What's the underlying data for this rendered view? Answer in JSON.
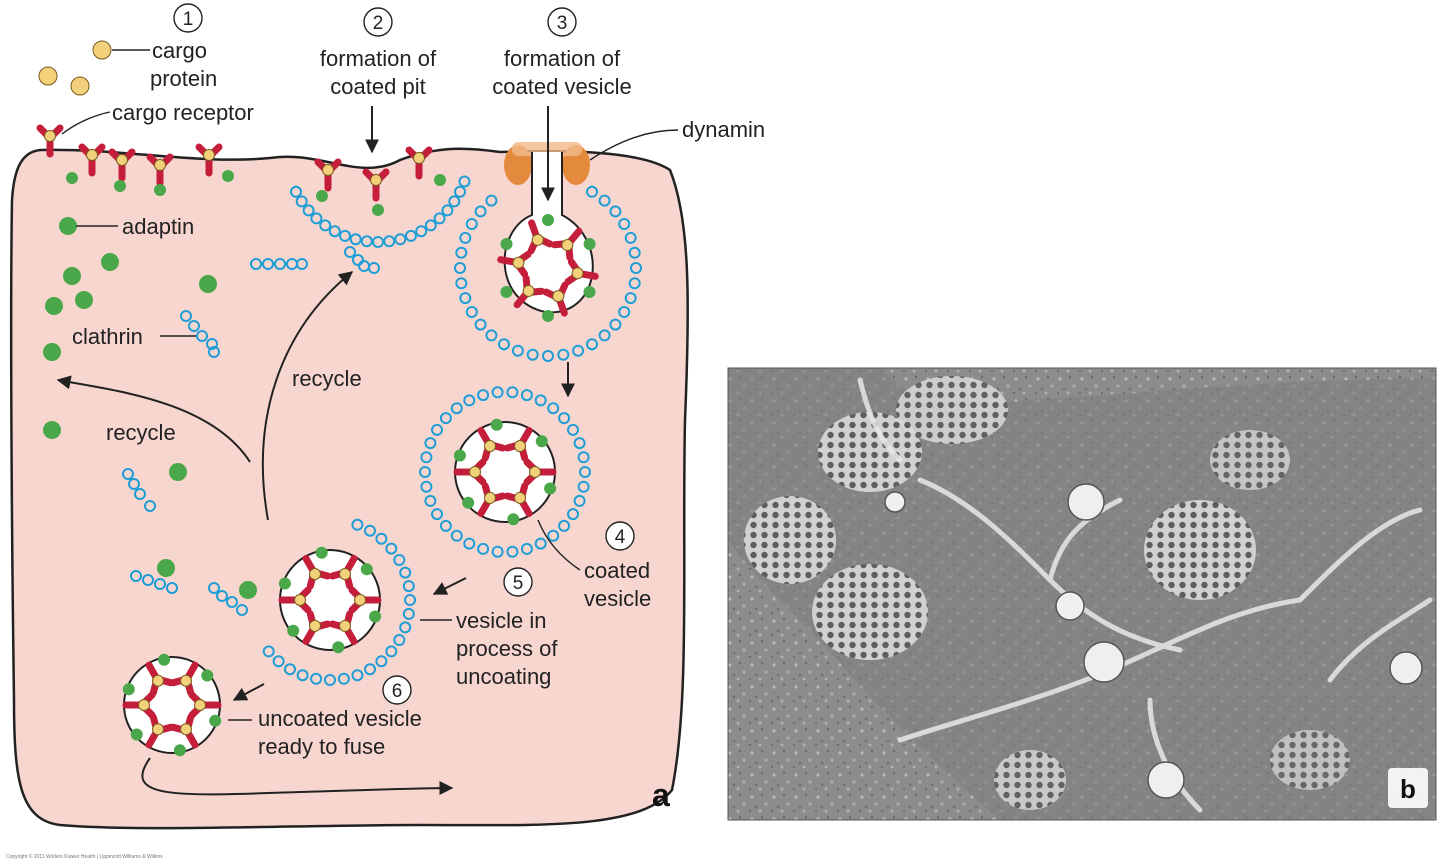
{
  "panels": {
    "a": "a",
    "b": "b"
  },
  "steps": [
    "1",
    "2",
    "3",
    "4",
    "5",
    "6"
  ],
  "labels": {
    "cargo_protein_1": "cargo",
    "cargo_protein_2": "protein",
    "cargo_receptor": "cargo receptor",
    "coated_pit_1": "formation of",
    "coated_pit_2": "coated pit",
    "coated_vesicle_form_1": "formation of",
    "coated_vesicle_form_2": "coated vesicle",
    "dynamin": "dynamin",
    "adaptin": "adaptin",
    "clathrin": "clathrin",
    "recycle_left": "recycle",
    "recycle_mid": "recycle",
    "coated_vesicle_1": "coated",
    "coated_vesicle_2": "vesicle",
    "uncoating_1": "vesicle in",
    "uncoating_2": "process of",
    "uncoating_3": "uncoating",
    "uncoated_1": "uncoated vesicle",
    "uncoated_2": "ready to fuse"
  },
  "copyright": "Copyright © 2011 Wolters Kluwer Health | Lippincott Williams & Wilkins",
  "colors": {
    "cytoplasm": "#f8d6d0",
    "membrane": "#222222",
    "receptor": "#c41e3a",
    "cargo": "#f2d17a",
    "adaptin": "#4aa84a",
    "clathrin": "#1f9ed6",
    "dynamin": "#e48a3c",
    "micrograph": "#8a8a8a"
  }
}
